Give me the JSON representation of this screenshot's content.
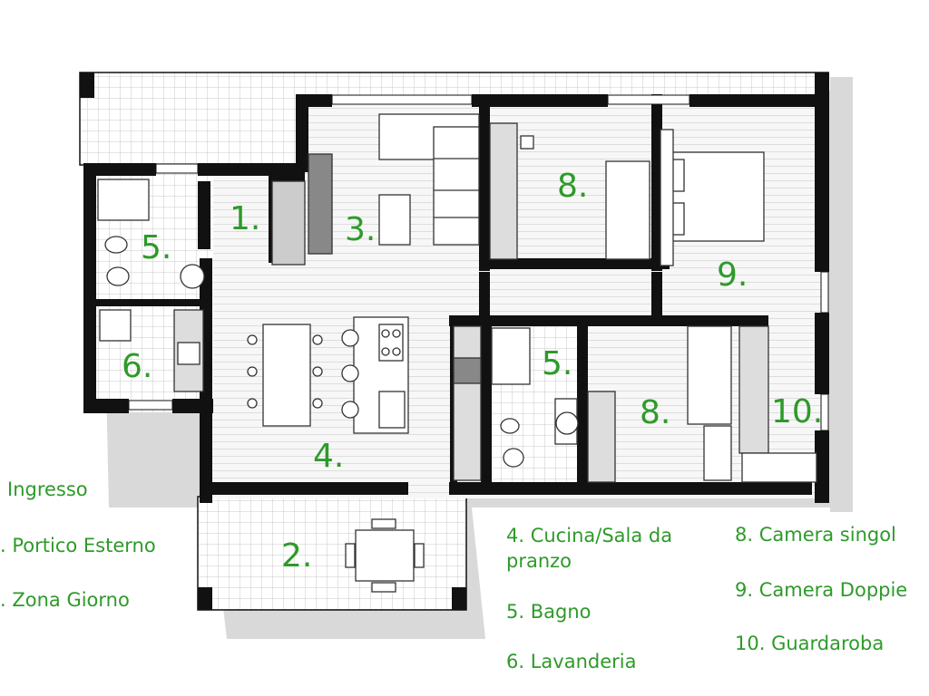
{
  "room_numbers": {
    "r1": "1.",
    "r2": "2.",
    "r3": "3.",
    "r4": "4.",
    "r5a": "5.",
    "r5b": "5.",
    "r6": "6.",
    "r8a": "8.",
    "r8b": "8.",
    "r9": "9.",
    "r10": "10."
  },
  "legend": {
    "ingresso": "Ingresso",
    "portico": ". Portico Esterno",
    "zona_giorno": ". Zona Giorno",
    "cucina_l1": "4. Cucina/Sala da",
    "cucina_l2": "pranzo",
    "bagno": "5. Bagno",
    "lavanderia": "6. Lavanderia",
    "camera_singola": "8. Camera singol",
    "camera_doppia": "9. Camera Doppie",
    "guardaroba": "10. Guardaroba"
  },
  "colors": {
    "label": "#2e9a2a",
    "wall": "#111111",
    "shadow": "#d9d9d9",
    "floor": "#f7f7f7",
    "tile_line": "#c9c9c9"
  }
}
